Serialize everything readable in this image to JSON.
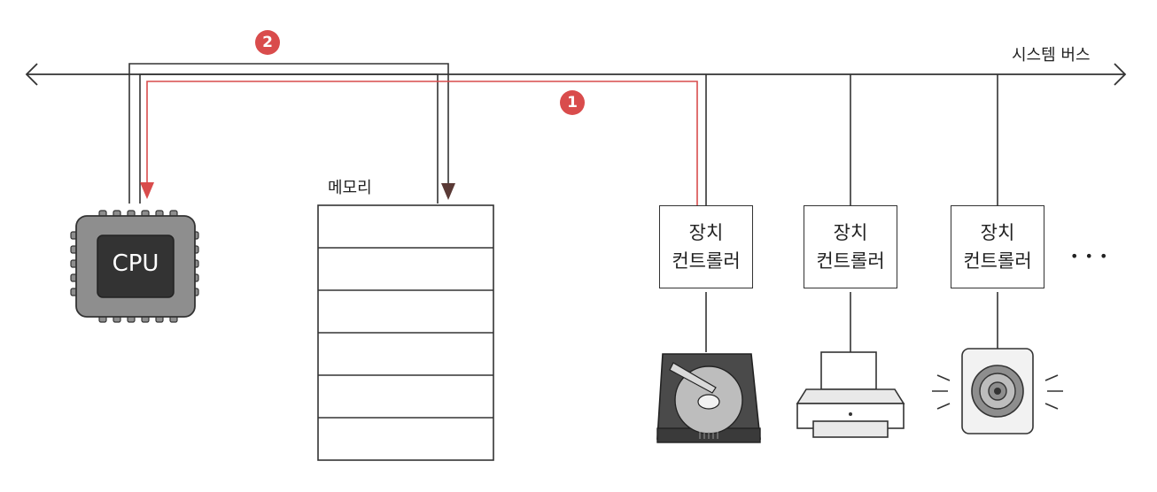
{
  "bus_label": "시스템 버스",
  "memory_label": "메모리",
  "cpu_label": "CPU",
  "controller_line1": "장치",
  "controller_line2": "컨트롤러",
  "ellipsis": "• • •",
  "badge_1": "1",
  "badge_2": "2",
  "colors": {
    "line": "#333333",
    "red": "#d94c4c",
    "chip": "#8e8e8e",
    "chip_core": "#333333"
  },
  "devices": [
    "hard-disk-icon",
    "printer-icon",
    "speaker-icon"
  ]
}
